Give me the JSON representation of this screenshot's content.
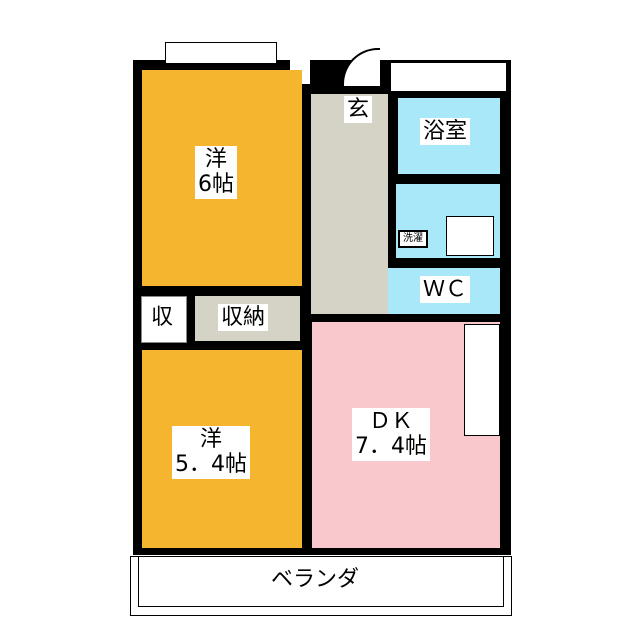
{
  "rooms": {
    "western_room_1": {
      "name": "洋",
      "size": "6帖"
    },
    "storage_small": {
      "name": "収"
    },
    "storage": {
      "name": "収納"
    },
    "western_room_2": {
      "name": "洋",
      "size": "5．4帖"
    },
    "entrance": {
      "name": "玄"
    },
    "bathroom": {
      "name": "浴室"
    },
    "washer": {
      "name": "洗濯"
    },
    "toilet": {
      "name": "ＷＣ"
    },
    "dining_kitchen": {
      "name": "ＤＫ",
      "size": "7．4帖"
    },
    "veranda": {
      "name": "ベランダ"
    }
  },
  "colors": {
    "western": "#F5B52E",
    "hall": "#D5D2C6",
    "wet": "#A8E8F8",
    "dk": "#F8C8CC",
    "wall": "#000000"
  }
}
